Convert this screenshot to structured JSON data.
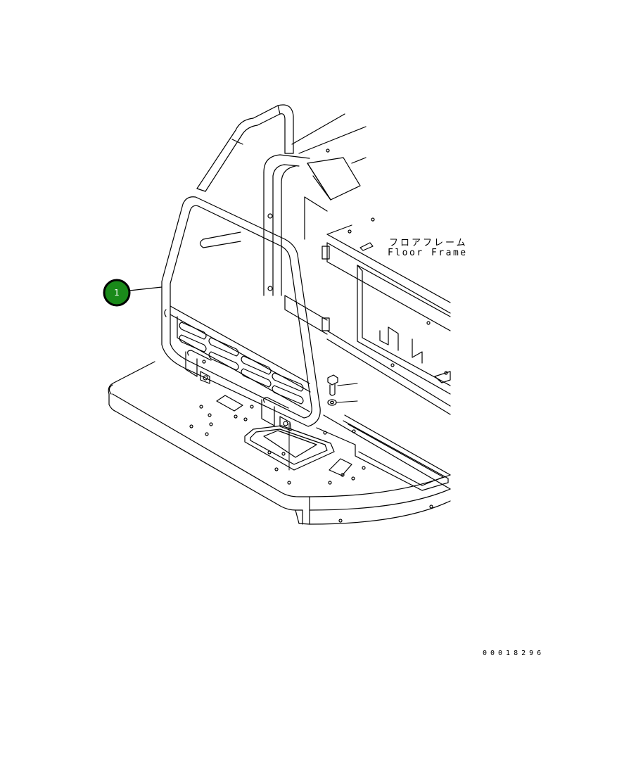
{
  "callouts": [
    {
      "number": "1",
      "fill": "#1a8a1a"
    }
  ],
  "labels": {
    "floor_frame_jp": "フロアフレーム",
    "floor_frame_en": "Floor Frame"
  },
  "drawing_id": "00018296",
  "colors": {
    "line": "#000000",
    "callout_fill": "#1a8a1a",
    "background": "#ffffff"
  }
}
